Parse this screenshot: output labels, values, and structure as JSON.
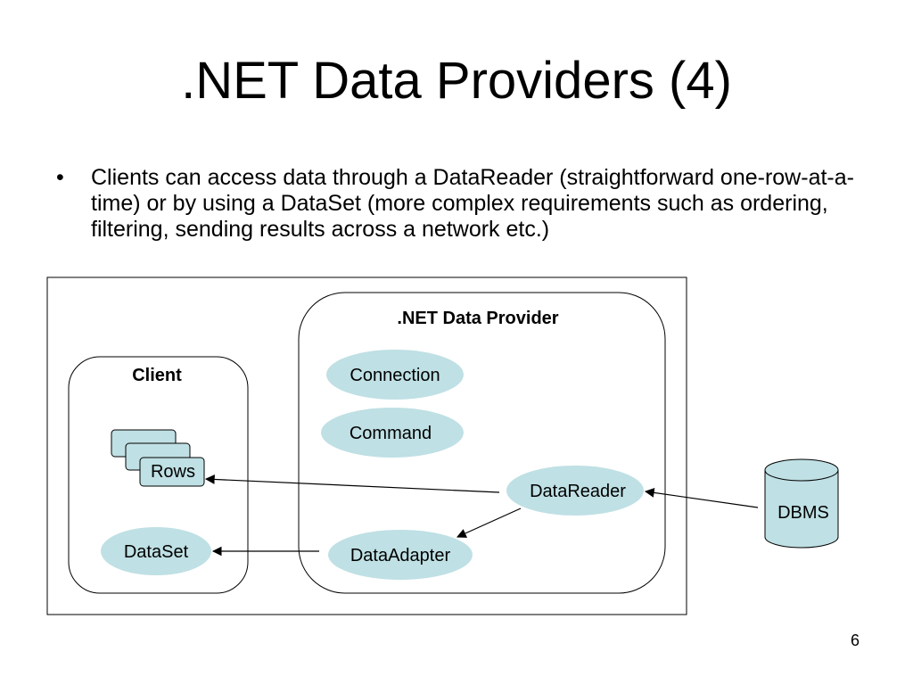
{
  "slide": {
    "title": ".NET Data Providers (4)",
    "bullets": [
      "Clients can access data through a DataReader (straightforward one-row-at-a-time) or by using a DataSet (more complex requirements such as ordering, filtering, sending results across a network etc.)"
    ],
    "page_number": "6"
  },
  "diagram": {
    "client": {
      "title": "Client",
      "rows_label": "Rows",
      "dataset_label": "DataSet"
    },
    "provider": {
      "title": ".NET Data Provider",
      "connection_label": "Connection",
      "command_label": "Command",
      "datareader_label": "DataReader",
      "dataadapter_label": "DataAdapter"
    },
    "dbms_label": "DBMS",
    "colors": {
      "oval_fill": "#bfe0e4",
      "stroke": "#000000"
    }
  }
}
